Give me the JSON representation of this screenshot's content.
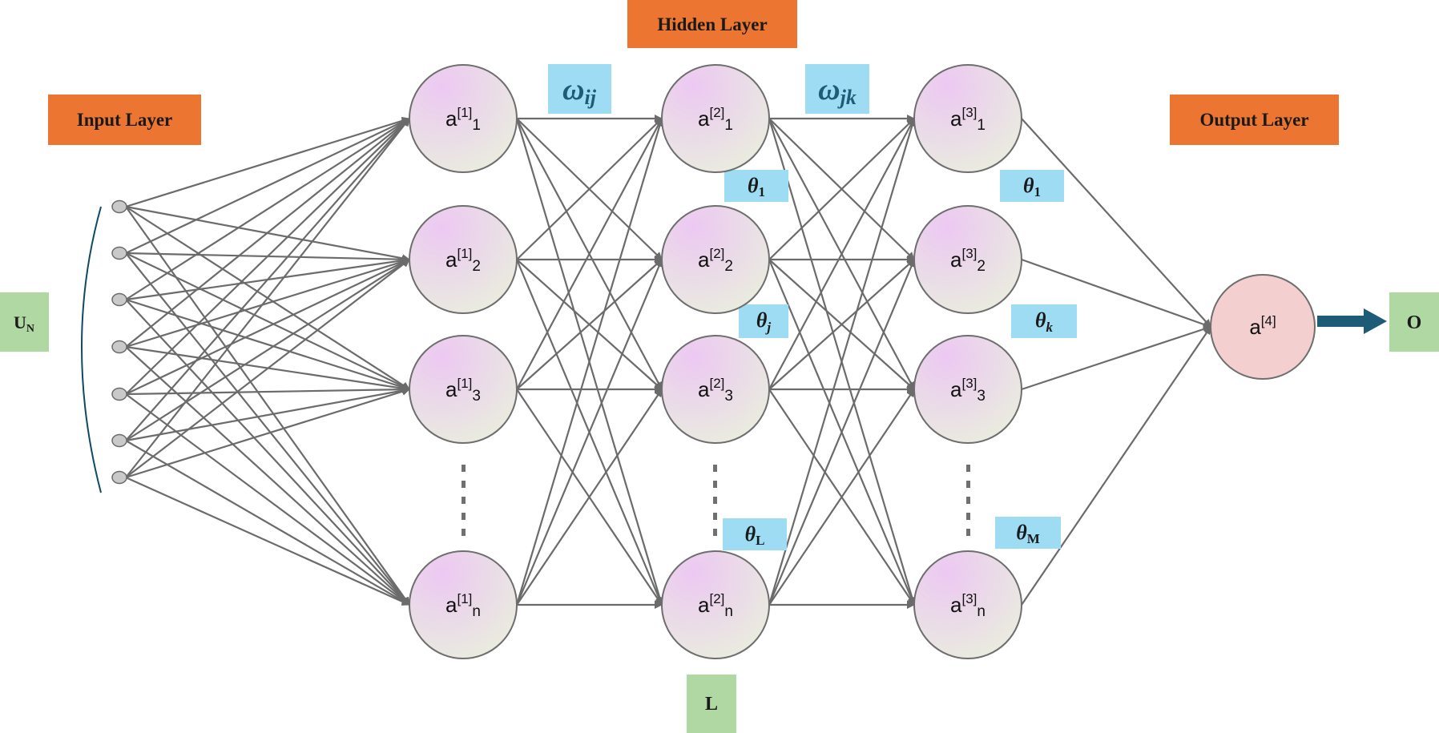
{
  "labels": {
    "input_layer": "Input Layer",
    "hidden_layer": "Hidden Layer",
    "output_layer": "Output Layer",
    "input_vector": "U",
    "input_vector_sub": "N",
    "output": "O",
    "hidden_count": "L"
  },
  "weights": [
    {
      "symbol": "ω",
      "sub": "ij"
    },
    {
      "symbol": "ω",
      "sub": "jk"
    }
  ],
  "thresholds": [
    {
      "symbol": "θ",
      "sub": "1"
    },
    {
      "symbol": "θ",
      "sub": "j"
    },
    {
      "symbol": "θ",
      "sub": "L"
    },
    {
      "symbol": "θ",
      "sub": "1"
    },
    {
      "symbol": "θ",
      "sub": "k"
    },
    {
      "symbol": "θ",
      "sub": "M"
    }
  ],
  "layers": [
    {
      "sup": "[1]",
      "subs": [
        "1",
        "2",
        "3",
        "n"
      ]
    },
    {
      "sup": "[2]",
      "subs": [
        "1",
        "2",
        "3",
        "n"
      ]
    },
    {
      "sup": "[3]",
      "subs": [
        "1",
        "2",
        "3",
        "n"
      ]
    }
  ],
  "output_node": {
    "sup": "[4]"
  },
  "input_node_count": 7,
  "colors": {
    "orange": "#ec7532",
    "blue": "#9edcf4",
    "green": "#b0d8a2",
    "edge": "#6b6b6b",
    "arrow": "#1e5b77"
  }
}
